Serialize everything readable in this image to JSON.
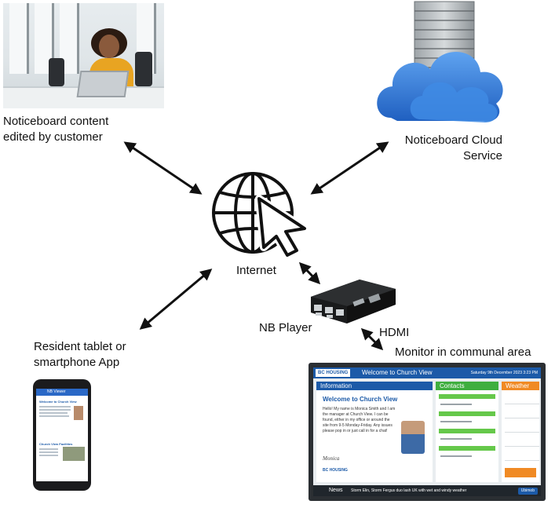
{
  "nodes": {
    "customer": {
      "label_line1": "Noticeboard content",
      "label_line2": "edited by customer"
    },
    "cloud": {
      "label_line1": "Noticeboard Cloud",
      "label_line2": "Service"
    },
    "internet": {
      "label": "Internet"
    },
    "player": {
      "label": "NB Player"
    },
    "hdmi": {
      "label": "HDMI"
    },
    "monitor": {
      "label": "Monitor in communal area"
    },
    "app": {
      "label_line1": "Resident tablet or",
      "label_line2": "smartphone App"
    }
  },
  "monitor_screen": {
    "logo": "BC HOUSING",
    "title": "Welcome to Church View",
    "date": "Saturday 9th December 2023   3:23 PM",
    "info_header": "Information",
    "info_title": "Welcome to Church View",
    "info_text": "Hello! My name is Monica Smith and I am the manager at Church View. I can be found, either in my office or around the site from 9-5 Monday-Friday. Any issues please pop in or just call in for a chat!",
    "signature": "Monica",
    "contacts_header": "Contacts",
    "weather_header": "Weather",
    "news_label": "News",
    "news_text": "Storm Elin, Storm Fergus duo lash UK with wet and windy weather",
    "brand": "Ubimob"
  },
  "phone_screen": {
    "app_title": "NB Viewer",
    "heading": "Welcome to Church View",
    "section": "Church View Facilities"
  },
  "colors": {
    "arrow": "#111111",
    "cloud": "#2f78d6",
    "brand_blue": "#1c5aa8",
    "contacts_green": "#3fae3f",
    "weather_orange": "#f08a24"
  }
}
